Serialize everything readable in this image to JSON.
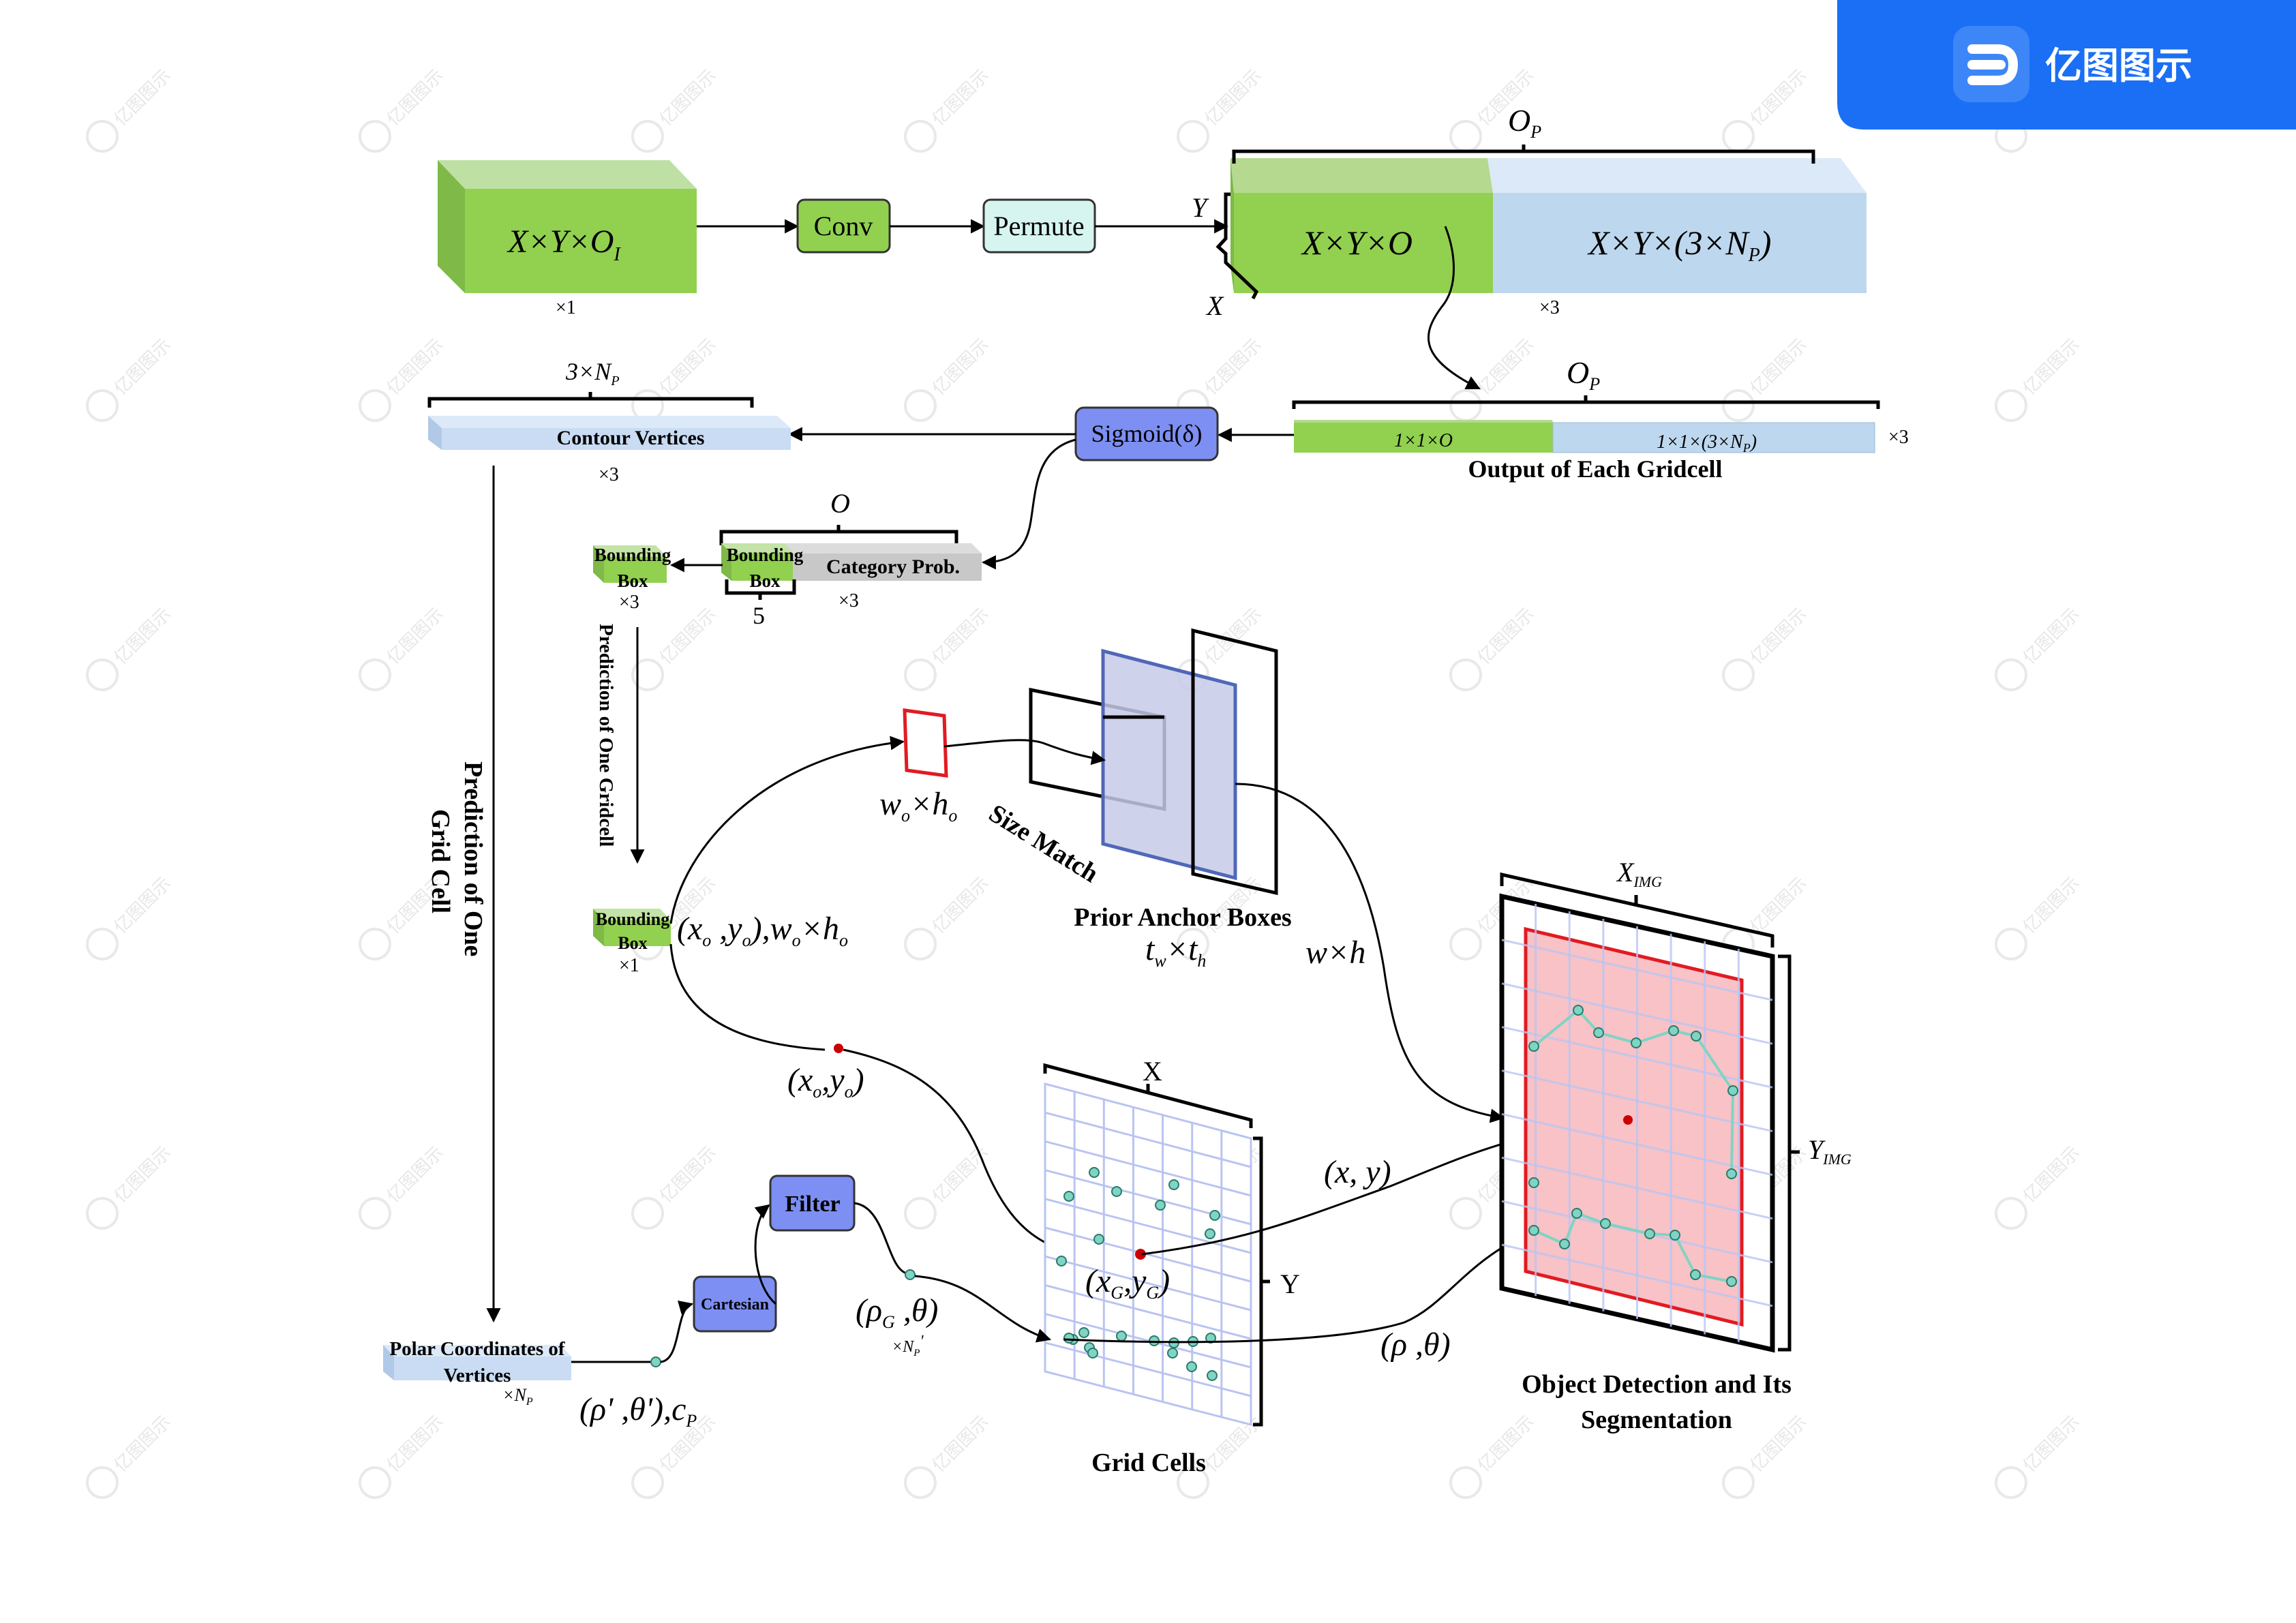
{
  "brand": {
    "name": "亿图图示",
    "watermark": "亿图图示",
    "color": "#1a6ff5"
  },
  "colors": {
    "green": "#92d050",
    "blue_light": "#bdd7ee",
    "filter_blue": "#7d8ff2",
    "pale_cyan": "#d6f5f1",
    "gray": "#c8c8c8",
    "grid": "#b9c4f2",
    "anchor_fill": "#c6cbe8",
    "anchor_stroke": "#5067b9",
    "red": "#e11b22",
    "pink": "#f8c2c6",
    "teal": "#7fd4c4"
  },
  "top": {
    "input_tensor": "X×Y×O",
    "input_sub": "I",
    "input_mult": "×1",
    "conv": "Conv",
    "permute": "Permute",
    "dim_y": "Y",
    "dim_x": "X",
    "brace_top": "O",
    "brace_top_sub": "P",
    "out_left": "X×Y×O",
    "out_right_pre": "X×Y×(3×N",
    "out_right_sub": "P",
    "out_right_post": ")",
    "out_mult": "×3"
  },
  "gridcell": {
    "brace_label": "O",
    "brace_sub": "P",
    "left": "1×1×O",
    "right_pre": "1×1×(3×N",
    "right_sub": "P",
    "right_post": ")",
    "mult": "×3",
    "caption": "Output of Each Gridcell"
  },
  "sigmoid": "Sigmoid(δ)",
  "contour": {
    "brace_pre": "3×N",
    "brace_sub": "P",
    "label": "Contour Vertices",
    "mult": "×3"
  },
  "category": {
    "brace_label": "O",
    "bbox_line1": "Bounding",
    "bbox_line2": "Box",
    "label": "Category Prob.",
    "five": "5",
    "mult": "×3"
  },
  "bbox_left": {
    "line1": "Bounding",
    "line2": "Box",
    "mult": "×3"
  },
  "vertical_labels": {
    "gridcell": "Prediction of One Gridcell",
    "gridcell_line1": "Prediction of One",
    "gridcell_line2": "Grid Cell"
  },
  "bbox_mid": {
    "line1": "Bounding",
    "line2": "Box",
    "mult": "×1"
  },
  "bbox_params": "(x",
  "size": {
    "wo": "w",
    "ho": "h",
    "sub_o": "o",
    "times": "×",
    "size_match": "Size Match",
    "prior_anchor": "Prior Anchor Boxes",
    "tw": "t",
    "tw_sub": "w",
    "th": "t",
    "th_sub": "h",
    "wh": "w×h"
  },
  "center": {
    "label": "(x",
    "sub_o": "o",
    "y": ",y",
    "close": ")"
  },
  "grid": {
    "x_label": "X",
    "y_label": "Y",
    "xg": "(x",
    "xg_sub": "G",
    "yg": ",y",
    "yg_sub": "G",
    "close": ")",
    "caption": "Grid Cells"
  },
  "polar": {
    "line1": "Polar Coordinates of",
    "line2": "Vertices",
    "mult_pre": "×N",
    "mult_sub": "P",
    "params": "(ρ' ,θ'),c",
    "params_sub": "P"
  },
  "cartesian": "Cartesian",
  "filter": "Filter",
  "rho_g": {
    "pre": "(ρ",
    "sub": "G",
    "post": " ,θ)",
    "mult_pre": "×N",
    "mult_sub": "P",
    "mult_prime": "'"
  },
  "xy_label": "(x, y)",
  "rho_theta": "(ρ ,θ)",
  "image": {
    "x_label": "X",
    "x_sub": "IMG",
    "y_label": "Y",
    "y_sub": "IMG",
    "caption_line1": "Object Detection and Its",
    "caption_line2": "Segmentation"
  }
}
